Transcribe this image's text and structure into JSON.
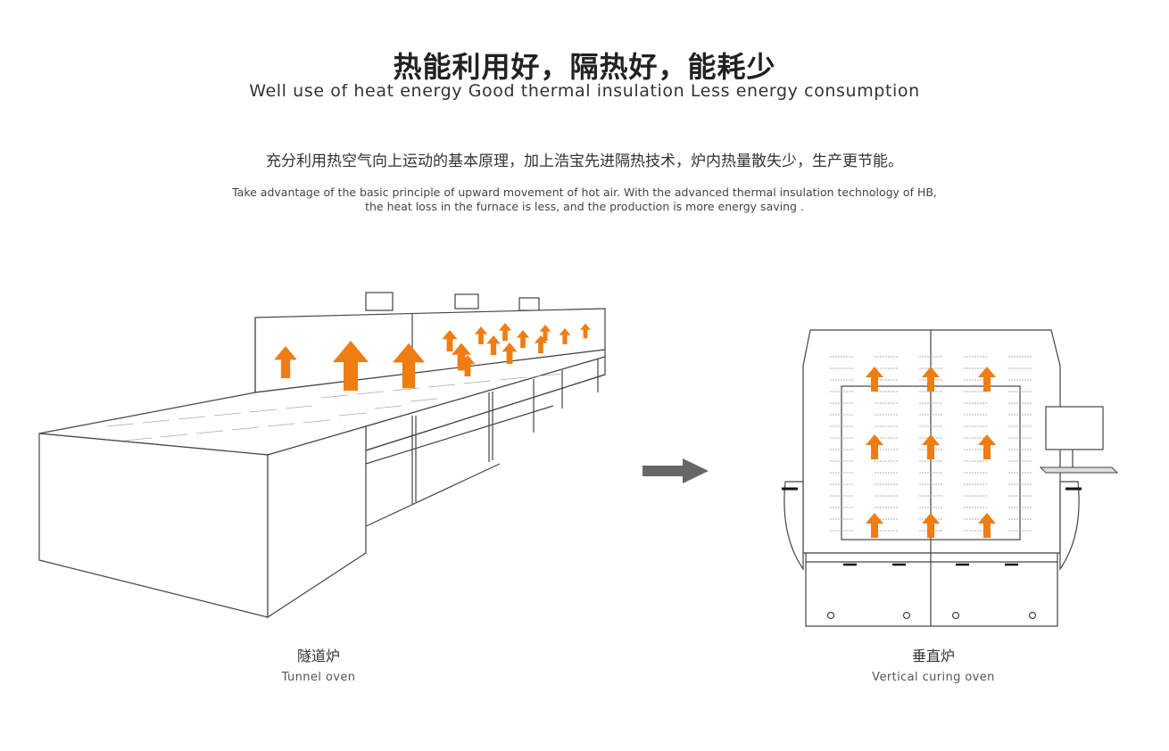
{
  "header": {
    "title_zh": "热能利用好，隔热好，能耗少",
    "title_en": "Well use of heat energy  Good thermal insulation  Less energy consumption"
  },
  "description": {
    "zh": "充分利用热空气向上运动的基本原理，加上浩宝先进隔热技术，炉内热量散失少，生产更节能。",
    "en_line1": "Take advantage of the basic principle of upward movement of hot air. With the advanced thermal insulation technology of HB,",
    "en_line2": "the heat loss in the furnace is less, and the production is more energy saving ."
  },
  "tunnel_oven": {
    "label_zh": "隧道炉",
    "label_en": "Tunnel oven"
  },
  "vertical_oven": {
    "label_zh": "垂直炉",
    "label_en": "Vertical curing oven"
  },
  "colors": {
    "heat_arrow": "#ef7d14",
    "transition_arrow": "#666666",
    "line": "#444444"
  },
  "icons": [
    "heat-up-arrow-icon",
    "right-arrow-icon",
    "monitor-icon",
    "keyboard-icon"
  ]
}
